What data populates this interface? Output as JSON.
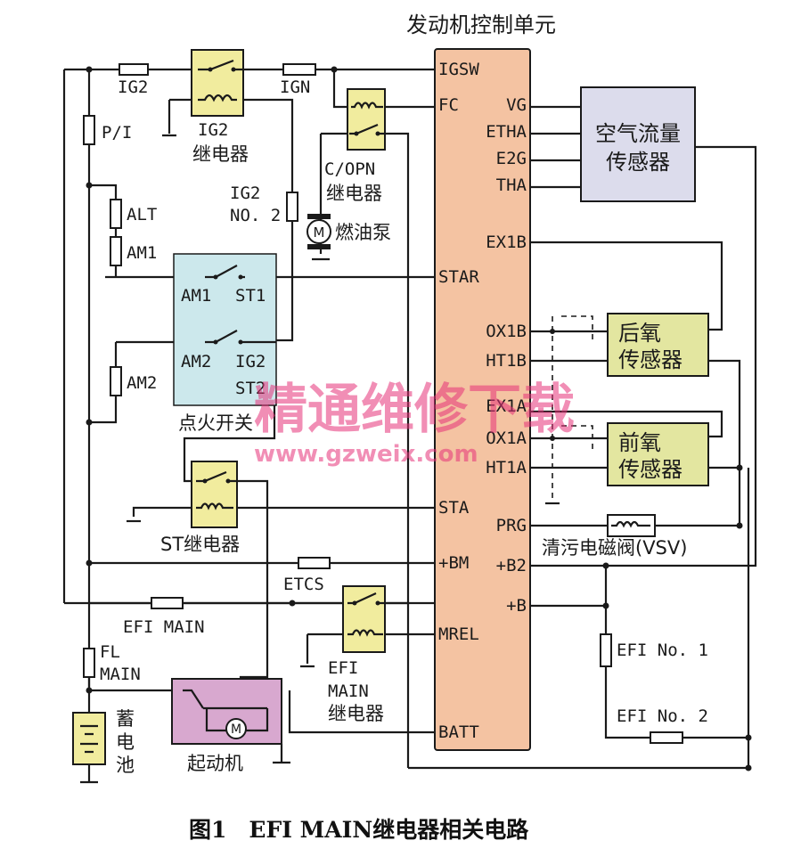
{
  "colors": {
    "ecu_fill": "#f4c3a2",
    "sensor_fill": "#e3e6a0",
    "maf_fill": "#dcdcec",
    "relay_fill": "#f1ec9e",
    "ignition_fill": "#cce8ec",
    "starter_fill": "#d8a8cf",
    "battery_fill": "#f1ec9e",
    "watermark": "#e6337a"
  },
  "ecu": {
    "title": "发动机控制单元",
    "pins_left": [
      "IGSW",
      "FC",
      "STAR",
      "STA",
      "+BM",
      "MREL",
      "BATT"
    ],
    "pins_right": [
      "VG",
      "ETHA",
      "E2G",
      "THA",
      "EX1B",
      "OX1B",
      "HT1B",
      "EX1A",
      "OX1A",
      "HT1A",
      "PRG",
      "+B2",
      "+B"
    ]
  },
  "fuses": {
    "ig2": "IG2",
    "ign": "IGN",
    "pi": "P/I",
    "ig2_no2_a": "IG2",
    "ig2_no2_b": "NO. 2",
    "alt": "ALT",
    "am1": "AM1",
    "am2": "AM2",
    "etcs": "ETCS",
    "efi_main": "EFI MAIN",
    "fl_main_a": "FL",
    "fl_main_b": "MAIN",
    "efi_no1": "EFI No. 1",
    "efi_no2": "EFI No. 2"
  },
  "relays": {
    "ig2_relay_a": "IG2",
    "ig2_relay_b": "继电器",
    "copn_a": "C/OPN",
    "copn_b": "继电器",
    "st_relay": "ST继电器",
    "efi_main_a": "EFI",
    "efi_main_b": "MAIN",
    "efi_main_c": "继电器"
  },
  "ignition_switch": {
    "am1": "AM1",
    "st1": "ST1",
    "am2": "AM2",
    "ig2": "IG2",
    "st2": "ST2",
    "label": "点火开关"
  },
  "components": {
    "fuel_pump": "燃油泵",
    "fuel_pump_symbol": "M",
    "maf_a": "空气流量",
    "maf_b": "传感器",
    "rear_o2_a": "后氧",
    "rear_o2_b": "传感器",
    "front_o2_a": "前氧",
    "front_o2_b": "传感器",
    "vsv": "清污电磁阀(VSV)",
    "battery_a": "蓄",
    "battery_b": "电",
    "battery_c": "池",
    "starter": "起动机",
    "starter_symbol": "M"
  },
  "watermark": {
    "text": "精通维修下载",
    "url": "www.gzweix.com"
  },
  "caption": "图1　EFI MAIN继电器相关电路"
}
